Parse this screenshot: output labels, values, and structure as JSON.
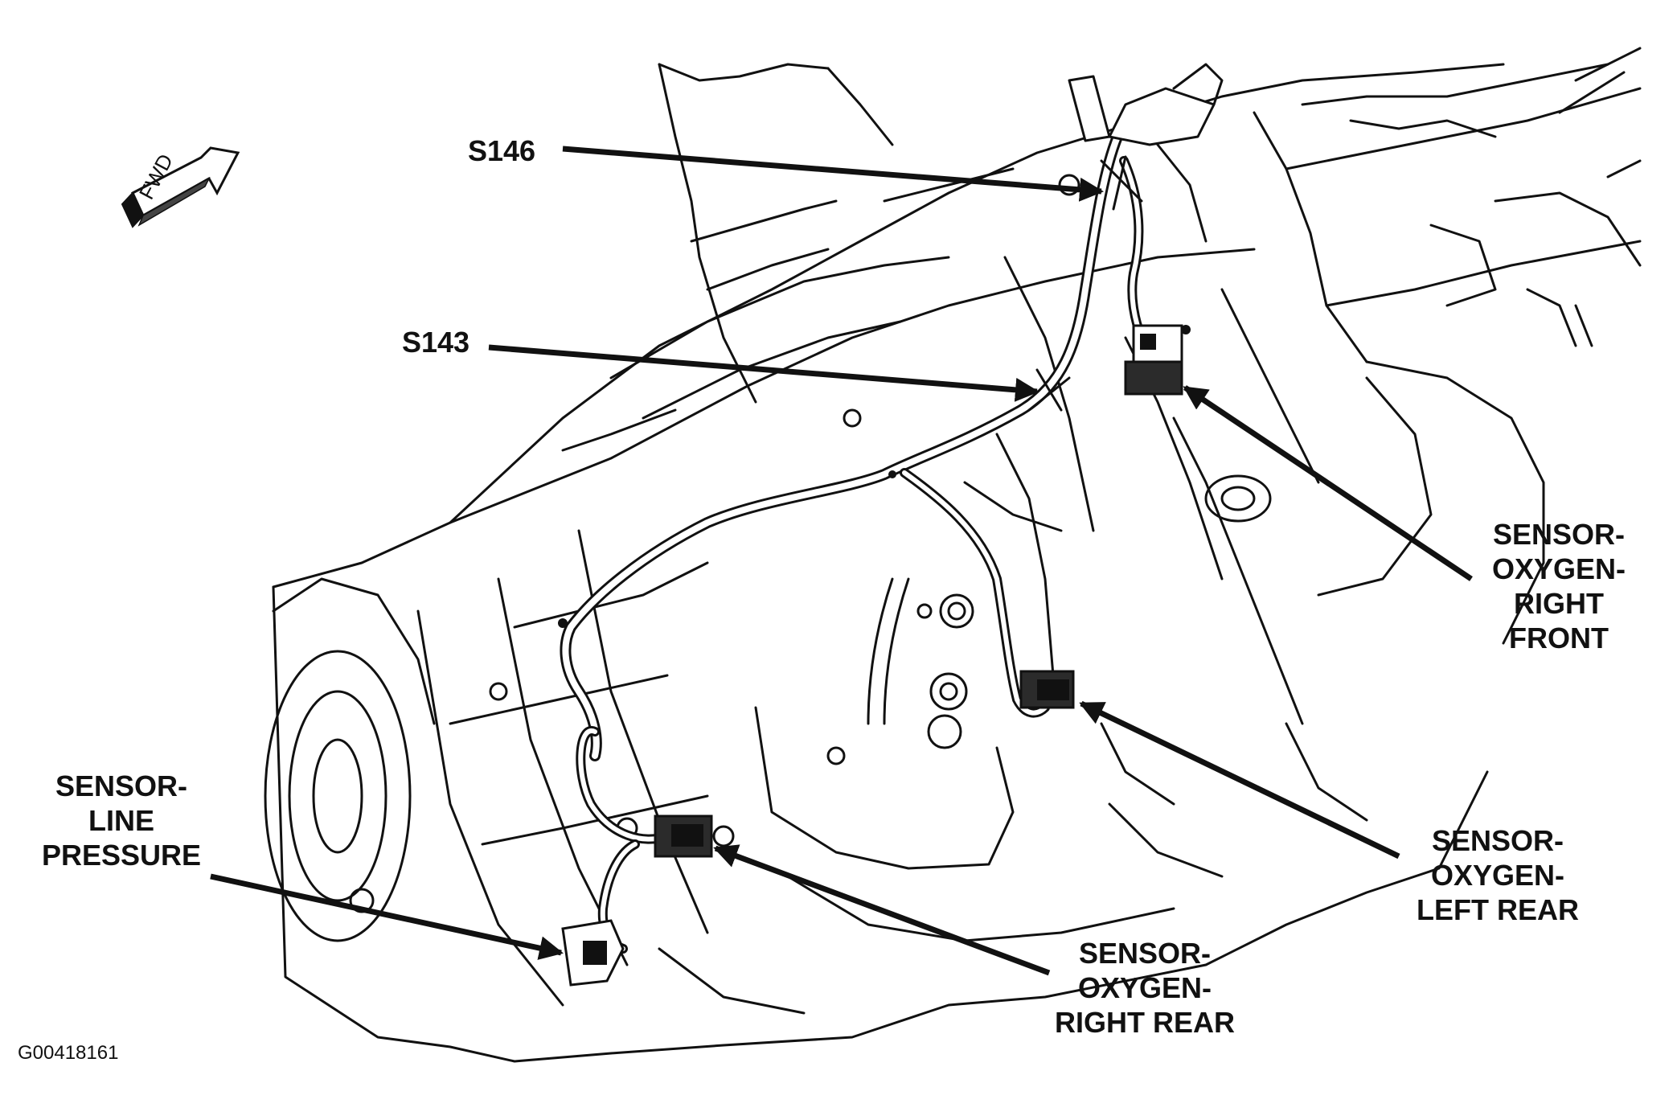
{
  "direction_marker": {
    "label": "FWD",
    "icon": "forward-arrow-icon"
  },
  "figure_id": "G00418161",
  "callouts": {
    "s146": {
      "line1": "S146"
    },
    "s143": {
      "line1": "S143"
    },
    "o2_right_front": {
      "line1": "SENSOR-",
      "line2": "OXYGEN-",
      "line3": "RIGHT",
      "line4": "FRONT"
    },
    "o2_left_rear": {
      "line1": "SENSOR-",
      "line2": "OXYGEN-",
      "line3": "LEFT REAR"
    },
    "o2_right_rear": {
      "line1": "SENSOR-",
      "line2": "OXYGEN-",
      "line3": "RIGHT REAR"
    },
    "line_pressure": {
      "line1": "SENSOR-",
      "line2": "LINE",
      "line3": "PRESSURE"
    }
  },
  "colors": {
    "ink": "#111111",
    "paper": "#ffffff",
    "connector_fill": "#2b2b2b"
  }
}
